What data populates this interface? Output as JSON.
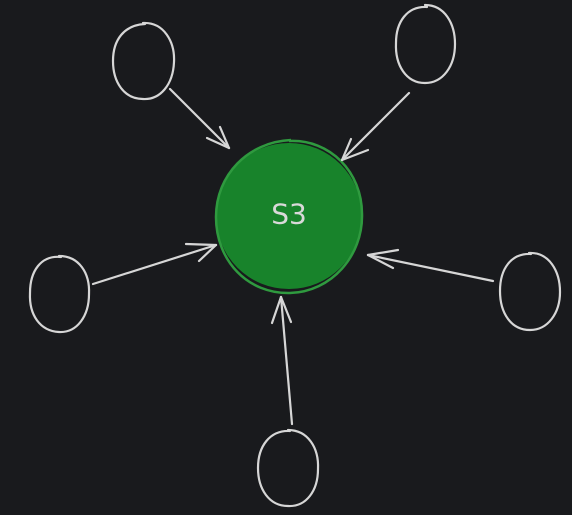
{
  "diagram": {
    "center_label": "S3",
    "colors": {
      "background": "#191a1d",
      "center_fill": "#18832b",
      "center_outline": "#2f9a3f",
      "stroke": "#d6d6d6",
      "label": "#d9d9d9"
    },
    "satellite_count": 5,
    "arrow_direction": "inward"
  }
}
